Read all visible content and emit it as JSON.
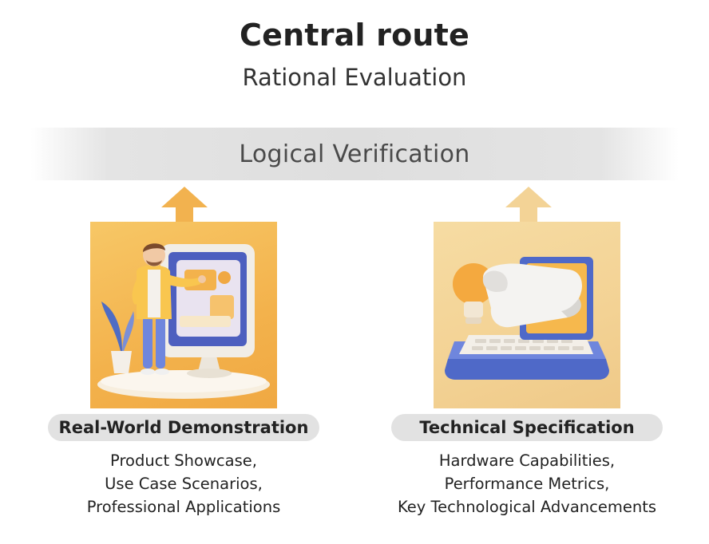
{
  "header": {
    "title": "Central route",
    "subtitle": "Rational Evaluation"
  },
  "band": {
    "label": "Logical Verification"
  },
  "left": {
    "label": "Real-World Demonstration",
    "lines": [
      "Product Showcase,",
      "Use Case Scenarios,",
      "Professional Applications"
    ],
    "arrow_color": "#f2b24f",
    "image_icon": "person-presenting-monitor-illustration"
  },
  "right": {
    "label": "Technical Specification",
    "lines": [
      "Hardware Capabilities,",
      "Performance Metrics,",
      "Key Technological Advancements"
    ],
    "arrow_color": "#f3d396",
    "image_icon": "laptop-document-lightbulb-illustration"
  }
}
